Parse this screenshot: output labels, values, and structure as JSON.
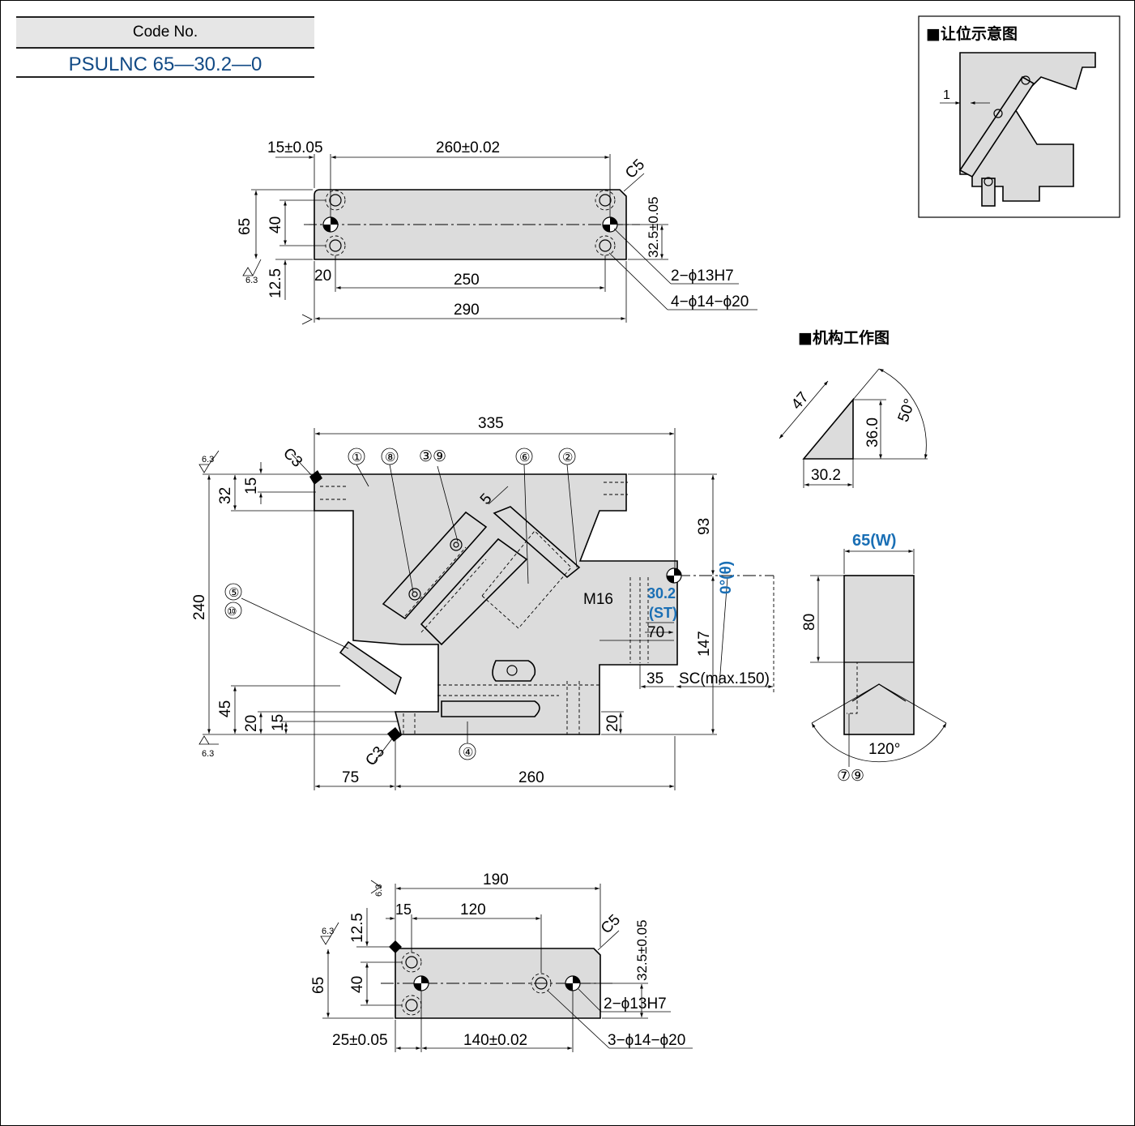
{
  "code": {
    "header": "Code No.",
    "value": "PSULNC 65—30.2—0"
  },
  "insets": {
    "clearance_title": "■让位示意图",
    "clearance_dim": "1",
    "mechanism_title": "■机构工作图",
    "mech_slide": "47",
    "mech_height": "36.0",
    "mech_angle": "50°",
    "mech_stroke": "30.2",
    "width_label": "65(W)",
    "side_height": "80",
    "side_angle": "120°",
    "side_parts": "⑦⑨"
  },
  "top_view": {
    "d_15": "15±0.05",
    "d_260": "260±0.02",
    "chamfer": "C5",
    "d_65": "65",
    "d_40": "40",
    "d_32_5": "32.5±0.05",
    "d_12_5": "12.5",
    "d_20": "20",
    "d_250": "250",
    "d_290": "290",
    "pin_holes": "2−ϕ13H7",
    "bolt_holes": "4−ϕ14−ϕ20",
    "roughness": "6.3"
  },
  "front_view": {
    "d_335": "335",
    "chamfer_top": "C3",
    "chamfer_bottom": "C3",
    "d_32": "32",
    "d_15_top": "15",
    "d_240": "240",
    "d_93": "93",
    "d_147": "147",
    "thread": "M16",
    "stroke": "30.2",
    "stroke_tag": "(ST)",
    "d_70": "70",
    "d_35": "35",
    "sc": "SC(max.150)",
    "angle": "0°(θ)",
    "d_5": "5",
    "d_45": "45",
    "d_20_left": "20",
    "d_15_left": "15",
    "d_20_right": "20",
    "d_75": "75",
    "d_260": "260",
    "roughness": "6.3",
    "callouts": [
      "①",
      "⑧",
      "③⑨",
      "⑥",
      "②",
      "⑤",
      "⑩",
      "④"
    ]
  },
  "bottom_view": {
    "d_190": "190",
    "d_15": "15",
    "d_120": "120",
    "chamfer": "C5",
    "d_12_5": "12.5",
    "d_65": "65",
    "d_40": "40",
    "d_32_5": "32.5±0.05",
    "pin_holes": "2−ϕ13H7",
    "d_25": "25±0.05",
    "d_140": "140±0.02",
    "bolt_holes": "3−ϕ14−ϕ20",
    "roughness": "6.3"
  }
}
